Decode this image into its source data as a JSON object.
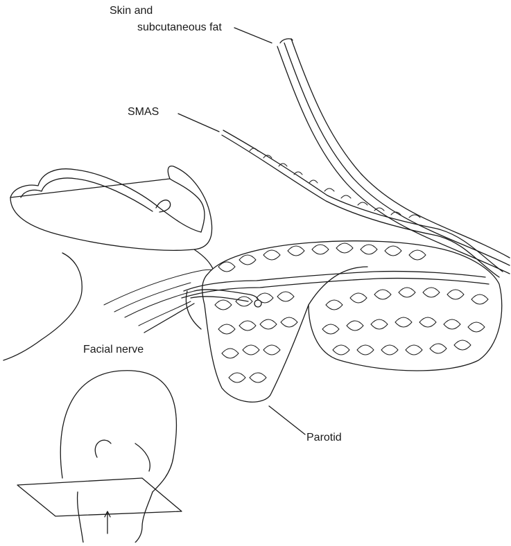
{
  "labels": {
    "skin_line1": "Skin and",
    "skin_line2": "subcutaneous fat",
    "smas": "SMAS",
    "facial_nerve": "Facial nerve",
    "parotid": "Parotid"
  },
  "colors": {
    "ink": "#1a1a1a",
    "background": "#ffffff"
  }
}
